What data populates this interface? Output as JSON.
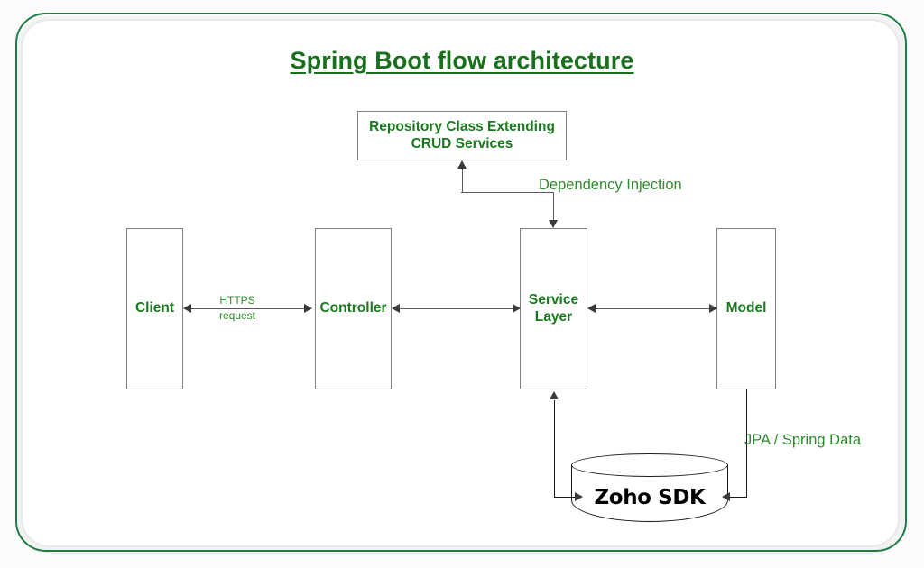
{
  "diagram": {
    "title": "Spring Boot flow architecture",
    "nodes": {
      "repository": {
        "line1": "Repository Class Extending",
        "line2": "CRUD Services"
      },
      "client": {
        "label": "Client"
      },
      "controller": {
        "label": "Controller"
      },
      "service": {
        "line1": "Service",
        "line2": "Layer"
      },
      "model": {
        "label": "Model"
      },
      "database": {
        "label": "Zoho SDK"
      }
    },
    "edges": {
      "https": {
        "line1": "HTTPS",
        "line2": "request"
      },
      "dependency_injection": {
        "label": "Dependency Injection"
      },
      "jpa": {
        "label": "JPA / Spring Data"
      }
    },
    "colors": {
      "frame_green": "#1e7b45",
      "title_green": "#17711a",
      "node_text_green": "#1a7a1f",
      "label_green": "#2e8b2e",
      "node_border_gray": "#808080",
      "connector_gray": "#5a5a5a",
      "database_text": "#000000"
    }
  }
}
